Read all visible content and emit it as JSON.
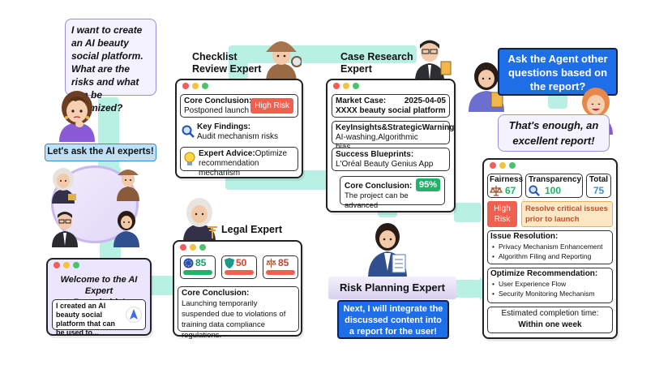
{
  "user": {
    "question": "I want to create an AI beauty social platform. What are the risks and what can be optimized?",
    "ask_experts": "Let's ask the AI experts!",
    "ask_agent": "Ask the Agent other questions based on the report?",
    "thanks": "That's enough, an excellent report!"
  },
  "roundtable": {
    "welcome": "Welcome to the AI Expert Roundtable!",
    "message": "I created an AI beauty social platform that can be used to..."
  },
  "checklist": {
    "title": "Checklist Review Expert",
    "core_label": "Core Conclusion:",
    "core_value": "Postponed launch",
    "risk_badge": "High Risk",
    "findings_label": "Key Findings:",
    "findings_value": "Audit mechanism risks",
    "advice_label": "Expert Advice:",
    "advice_value_a": "Optimize",
    "advice_value_b": "recommendation mechanism"
  },
  "case": {
    "title": "Case Research Expert",
    "market_label": "Market Case:",
    "market_date": "2025-04-05",
    "market_value": "XXXX beauty social platform",
    "insight_label": "KeyInsights&StrategicWarning",
    "insight_value": "AI-washing,Algorithmic bias……",
    "success_label": "Success Blueprints:",
    "success_value": "L'Oréal Beauty Genius App",
    "core_label": "Core Conclusion:",
    "core_value": "The project can be advanced",
    "percent": "95%"
  },
  "legal": {
    "title": "Legal Expert",
    "score_1": "85",
    "score_2": "50",
    "score_3": "85",
    "core_label": "Core Conclusion:",
    "core_value": "Launching temporarily suspended due to violations of training data compliance regulations."
  },
  "risk": {
    "title": "Risk Planning Expert",
    "next": "Next, I will integrate the discussed content into a report for the user!"
  },
  "report": {
    "fairness_label": "Fairness",
    "fairness_value": "67",
    "transparency_label": "Transparency",
    "transparency_value": "100",
    "total_label": "Total",
    "total_value": "75",
    "risk_badge": "High Risk",
    "resolve": "Resolve critical issues prior to launch",
    "issue_title": "Issue Resolution:",
    "issues": [
      "Privacy Mechanism Enhancement",
      "Algorithm Filing and Reporting"
    ],
    "optimize_title": "Optimize Recommendation:",
    "optimizations": [
      "User Experience Flow",
      "Security Monitoring Mechanism"
    ],
    "completion_label": "Estimated completion time:",
    "completion_value": "Within one week"
  },
  "colors": {
    "path": "#b9f0e4",
    "blue": "#1e6ee8",
    "risk_red": "#f0604e",
    "green": "#22b36b",
    "purple_bg": "#ebe6fb"
  }
}
